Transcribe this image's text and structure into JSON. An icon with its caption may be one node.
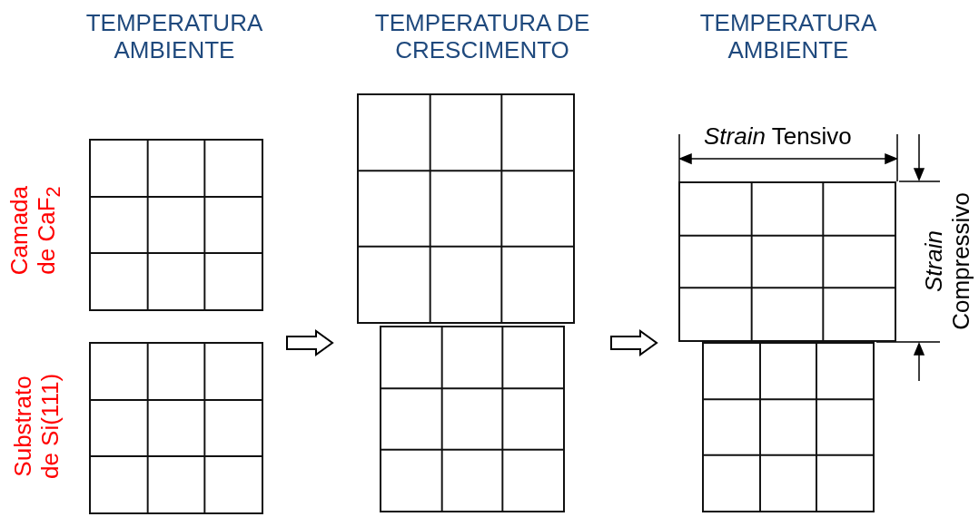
{
  "diagram": {
    "nodes": [
      {
        "text": [
          "TEMPERATURA AMBIENTE"
        ]
      },
      {
        "text": [],
        "shape": "box",
        "in": 0,
        "beside": [
          "Camada de CaF$_{2}$"
        ]
      },
      {
        "text": [],
        "shape": "box",
        "in": 0,
        "beside": [
          "Substrato de Si(111)"
        ]
      },
      {
        "text": [
          "TEMPERATURA DE CRESCIMENTO"
        ]
      },
      {
        "text": [],
        "shape": "box",
        "in": 3
      },
      {
        "text": [],
        "shape": "box",
        "in": 3
      },
      {
        "text": [
          "TEMPERATURA AMBIENTE"
        ]
      },
      {
        "text": [],
        "shape": "box",
        "in": 6,
        "beside": [
          "*Strain* Tensivo",
          "*Strain* Compressivo"
        ]
      },
      {
        "text": [],
        "shape": "box",
        "in": 6
      }
    ],
    "edges": [
      {
        "from": 0,
        "to": 3,
        "arrow": "to"
      },
      {
        "from": 3,
        "to": 6,
        "arrow": "to"
      }
    ]
  }
}
